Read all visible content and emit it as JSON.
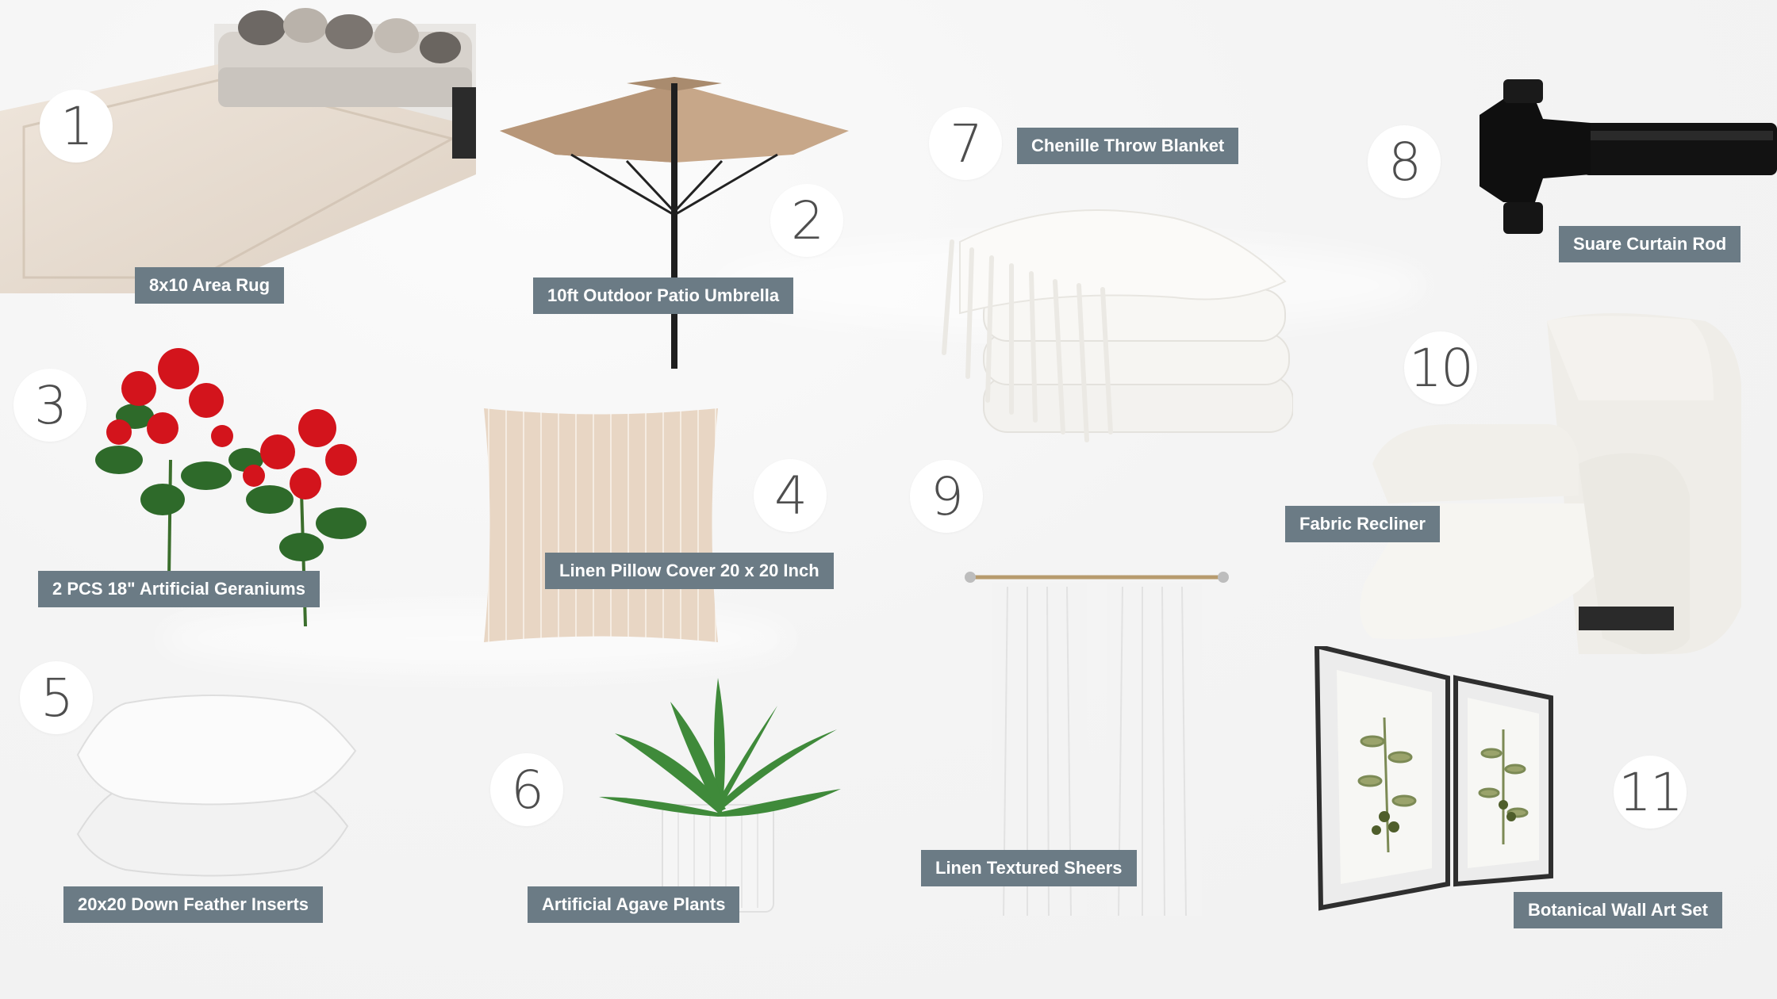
{
  "items": [
    {
      "number": "1",
      "name": "8x10 Area Rug"
    },
    {
      "number": "2",
      "name": "10ft Outdoor Patio Umbrella"
    },
    {
      "number": "3",
      "name": "2 PCS 18\" Artificial Geraniums"
    },
    {
      "number": "4",
      "name": "Linen Pillow Cover 20 x 20 Inch"
    },
    {
      "number": "5",
      "name": "20x20 Down Feather Inserts"
    },
    {
      "number": "6",
      "name": "Artificial Agave Plants"
    },
    {
      "number": "7",
      "name": "Chenille Throw Blanket"
    },
    {
      "number": "8",
      "name": "Suare Curtain Rod"
    },
    {
      "number": "9",
      "name": "Linen Textured Sheers"
    },
    {
      "number": "10",
      "name": "Fabric Recliner"
    },
    {
      "number": "11",
      "name": "Botanical Wall Art Set"
    }
  ],
  "colors": {
    "label_bg": "#6b7b85",
    "label_text": "#ffffff",
    "badge_bg": "#ffffff",
    "badge_text": "#4e4e4e"
  }
}
